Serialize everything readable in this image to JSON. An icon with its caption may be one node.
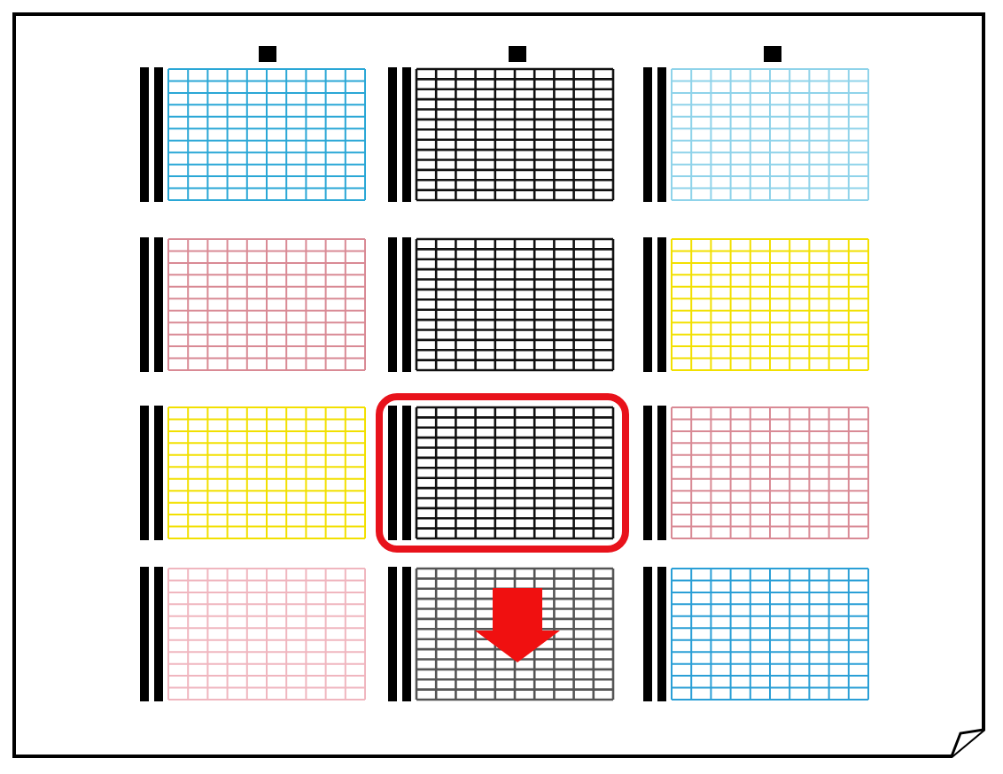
{
  "diagram": {
    "nodes": [
      {
        "text": [],
        "shape": "grid"
      },
      {
        "text": [],
        "shape": "grid"
      },
      {
        "text": [],
        "shape": "grid"
      },
      {
        "text": [],
        "shape": "grid"
      },
      {
        "text": [],
        "shape": "grid"
      },
      {
        "text": [],
        "shape": "grid"
      },
      {
        "text": [],
        "shape": "grid"
      },
      {
        "text": [],
        "shape": "grid"
      },
      {
        "text": [],
        "shape": "grid"
      },
      {
        "text": [],
        "shape": "grid"
      },
      {
        "text": [],
        "shape": "grid"
      },
      {
        "text": [],
        "shape": "grid"
      }
    ]
  }
}
